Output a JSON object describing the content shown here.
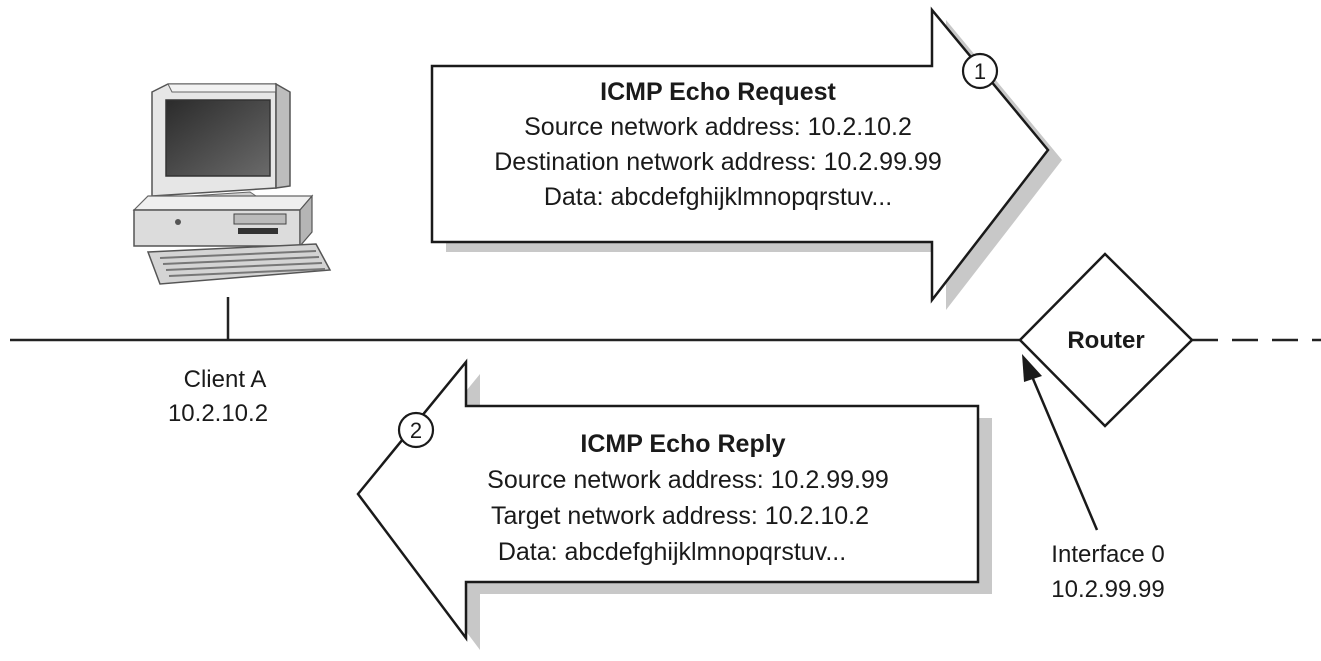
{
  "request": {
    "step": "1",
    "title": "ICMP Echo Request",
    "lines": [
      "Source network address: 10.2.10.2",
      "Destination network address: 10.2.99.99",
      "Data: abcdefghijklmnopqrstuv..."
    ]
  },
  "reply": {
    "step": "2",
    "title": "ICMP Echo Reply",
    "lines": [
      "Source network address: 10.2.99.99",
      "Target network address: 10.2.10.2",
      "Data: abcdefghijklmnopqrstuv..."
    ]
  },
  "client": {
    "name": "Client A",
    "address": "10.2.10.2",
    "icon": "desktop-computer-icon"
  },
  "router": {
    "label": "Router"
  },
  "interface": {
    "name": "Interface 0",
    "address": "10.2.99.99"
  }
}
